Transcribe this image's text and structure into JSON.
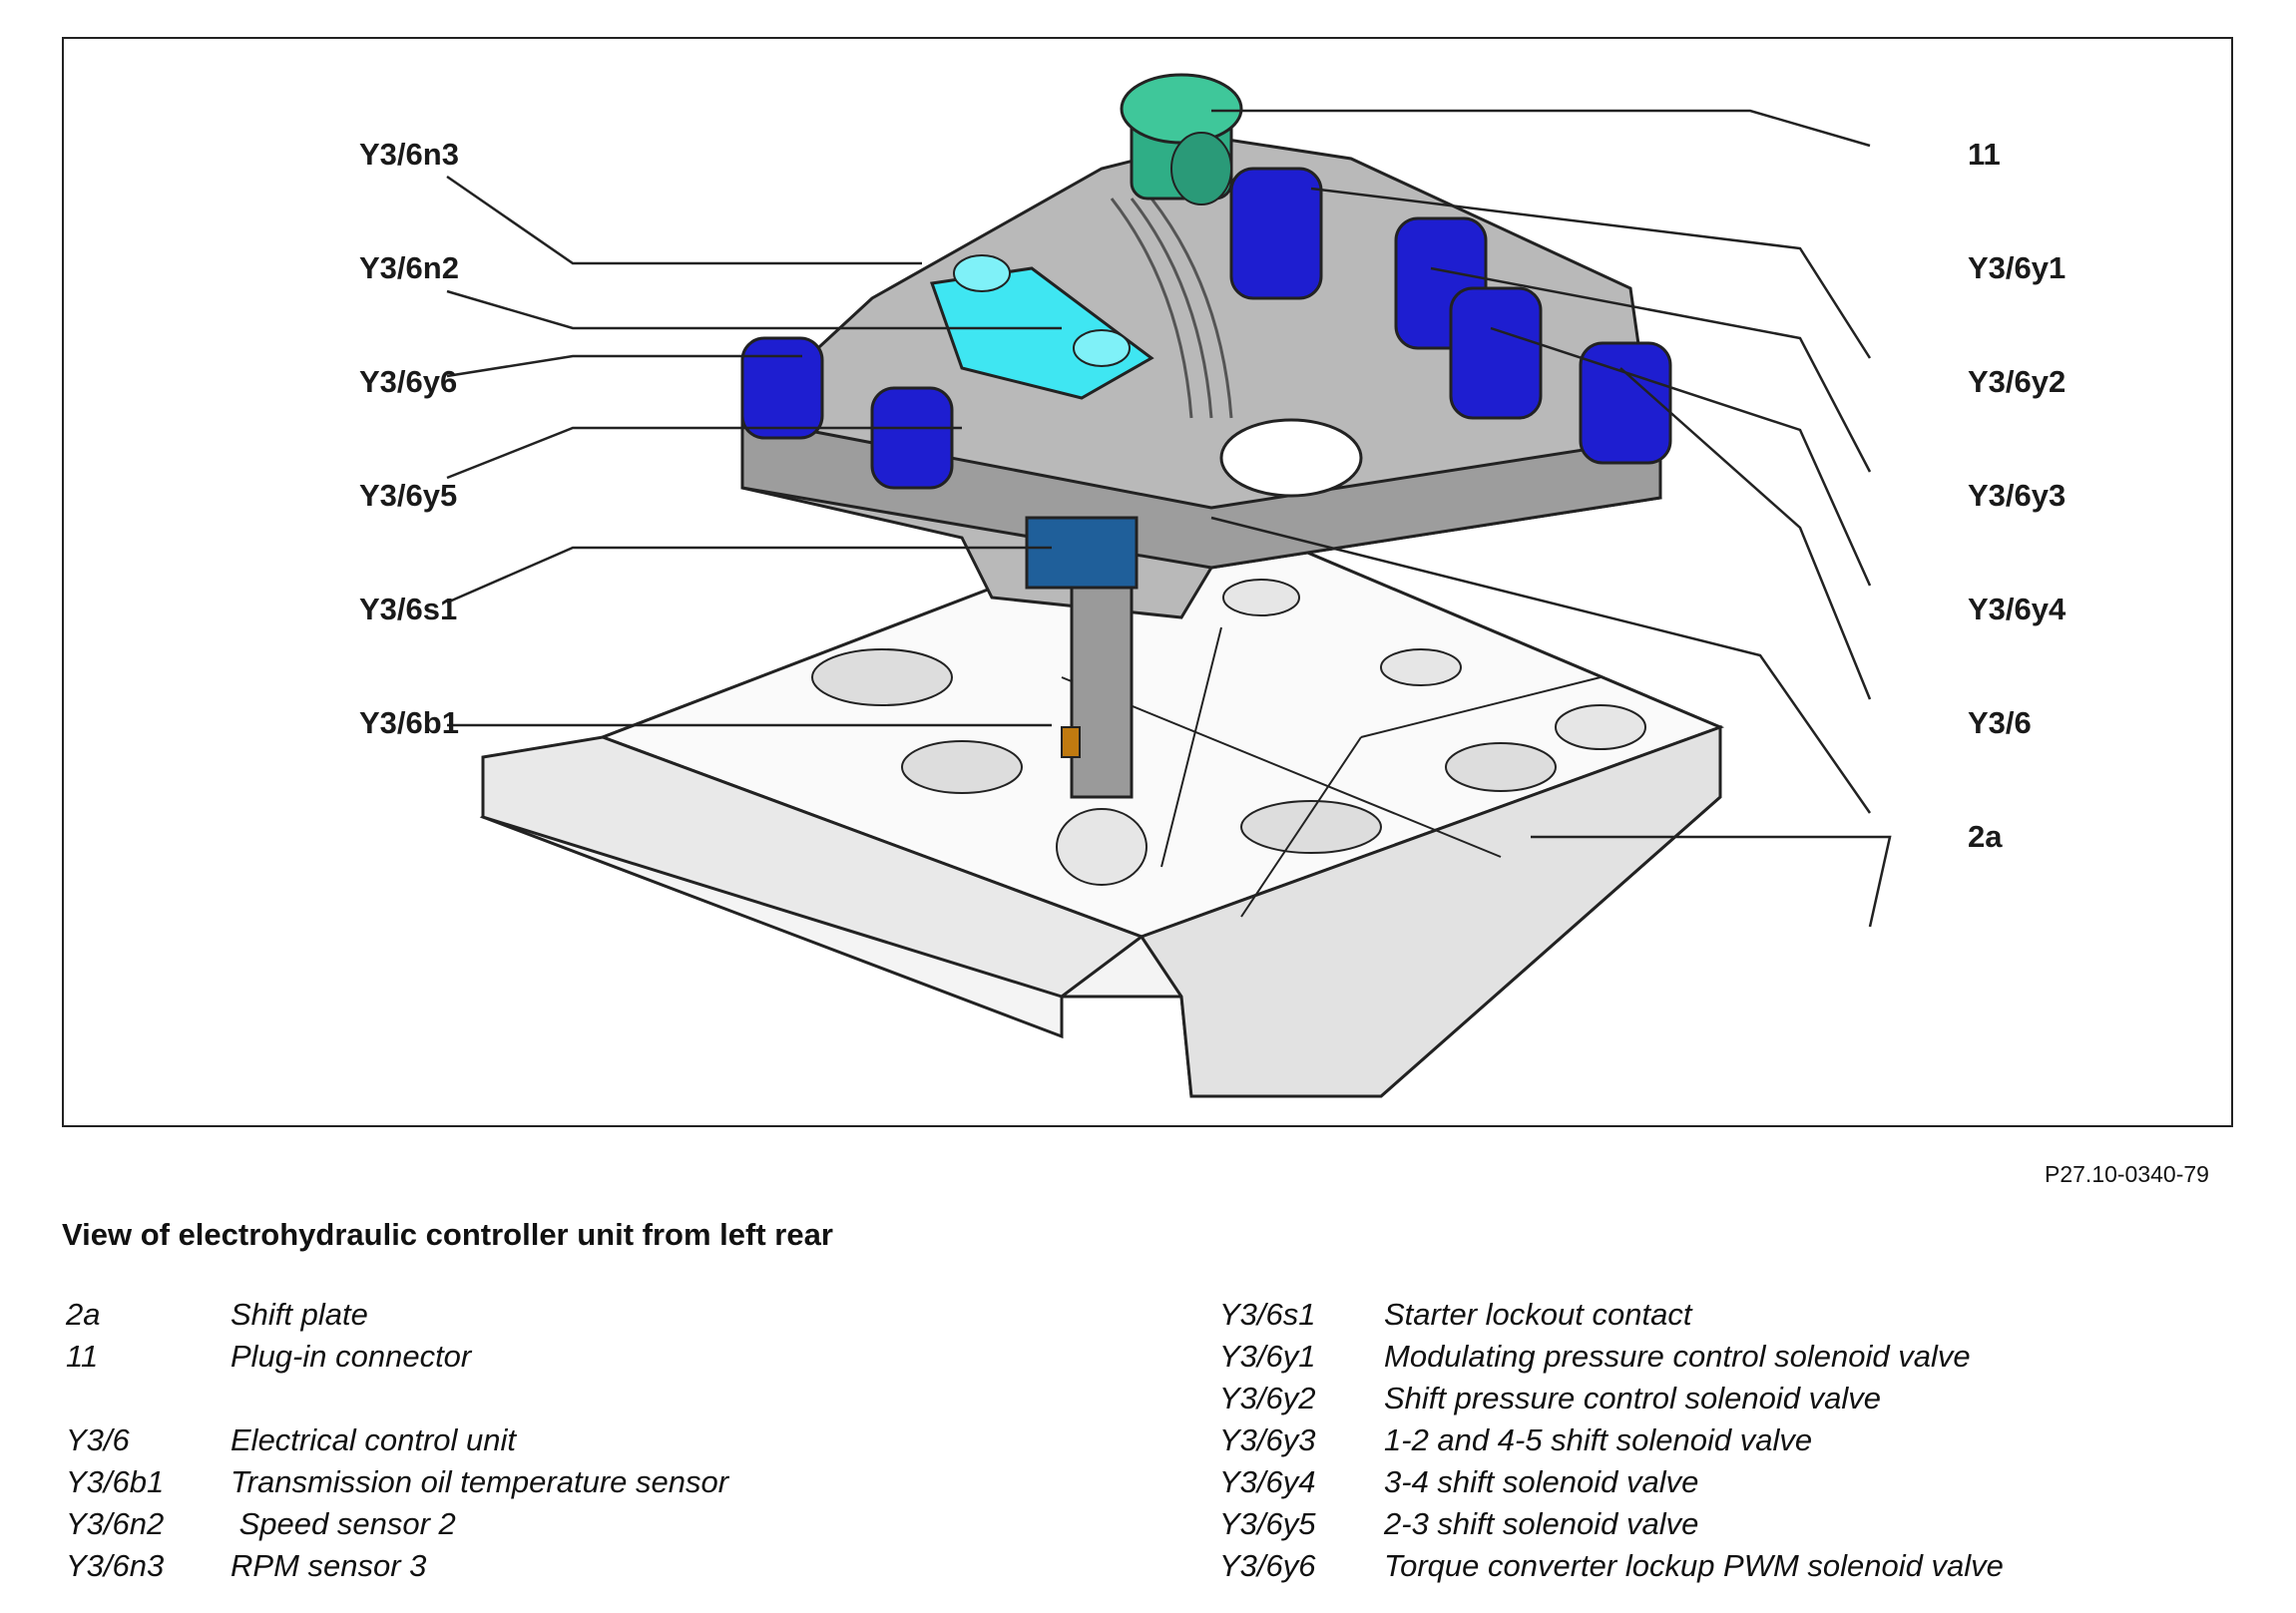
{
  "figure_id": "P27.10-0340-79",
  "caption": "View of electrohydraulic controller unit from left rear",
  "callouts_left": [
    "Y3/6n3",
    "Y3/6n2",
    "Y3/6y6",
    "Y3/6y5",
    "Y3/6s1",
    "Y3/6b1"
  ],
  "callouts_right": [
    "11",
    "Y3/6y1",
    "Y3/6y2",
    "Y3/6y3",
    "Y3/6y4",
    "Y3/6",
    "2a"
  ],
  "legend_left": [
    {
      "code": "2a",
      "desc": "Shift plate"
    },
    {
      "code": "11",
      "desc": "Plug-in connector"
    },
    {
      "code": "Y3/6",
      "desc": "Electrical control unit"
    },
    {
      "code": "Y3/6b1",
      "desc": "Transmission oil temperature sensor"
    },
    {
      "code": "Y3/6n2",
      "desc": " Speed sensor 2"
    },
    {
      "code": "Y3/6n3",
      "desc": "RPM sensor 3"
    }
  ],
  "legend_right": [
    {
      "code": "Y3/6s1",
      "desc": "Starter lockout contact"
    },
    {
      "code": "Y3/6y1",
      "desc": "Modulating pressure control solenoid valve"
    },
    {
      "code": "Y3/6y2",
      "desc": "Shift pressure control solenoid valve"
    },
    {
      "code": "Y3/6y3",
      "desc": "1-2 and 4-5 shift solenoid valve"
    },
    {
      "code": "Y3/6y4",
      "desc": "3-4 shift solenoid valve"
    },
    {
      "code": "Y3/6y5",
      "desc": "2-3 shift solenoid valve"
    },
    {
      "code": "Y3/6y6",
      "desc": "Torque converter lockup PWM solenoid valve"
    }
  ],
  "colors": {
    "connector": "#2fae86",
    "solenoid": "#1e1ed0",
    "speed_sensor": "#3fe6f2",
    "lockout_contact": "#1f5f9a",
    "temp_sensor": "#c07a10",
    "housing_gray": "#b9b9b9",
    "plate_white": "#f4f4f4"
  }
}
